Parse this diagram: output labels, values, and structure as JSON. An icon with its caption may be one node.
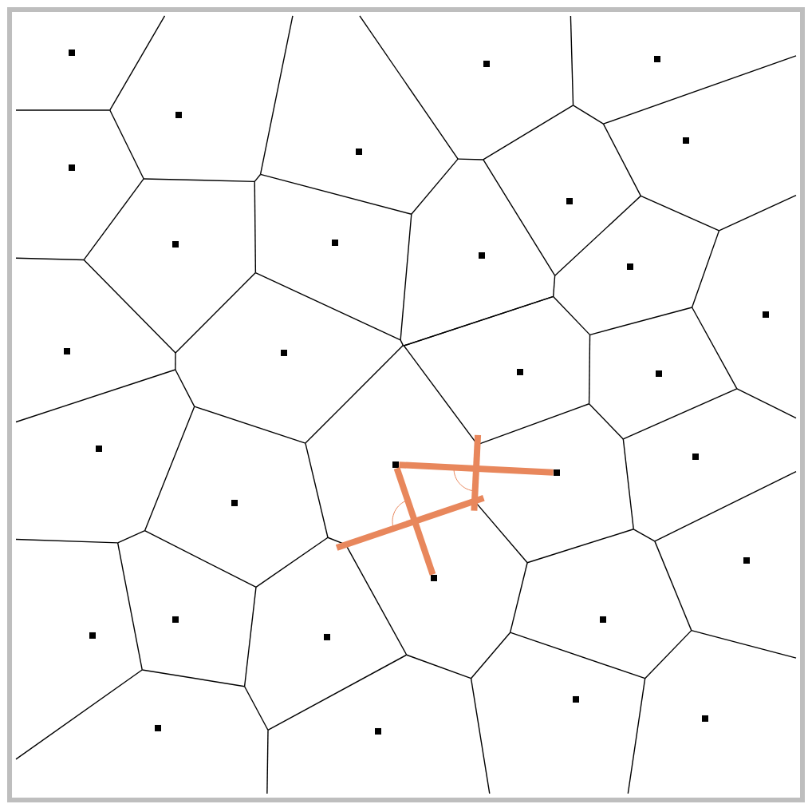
{
  "diagram": {
    "nodes": [
      {
        "text": [],
        "shape": "box"
      },
      {
        "text": [],
        "shape": "box"
      },
      {
        "text": [],
        "shape": "box"
      }
    ],
    "edges": [
      {
        "from": 0,
        "to": 1,
        "arrow": "none"
      },
      {
        "from": 0,
        "to": 2,
        "arrow": "none"
      }
    ]
  }
}
